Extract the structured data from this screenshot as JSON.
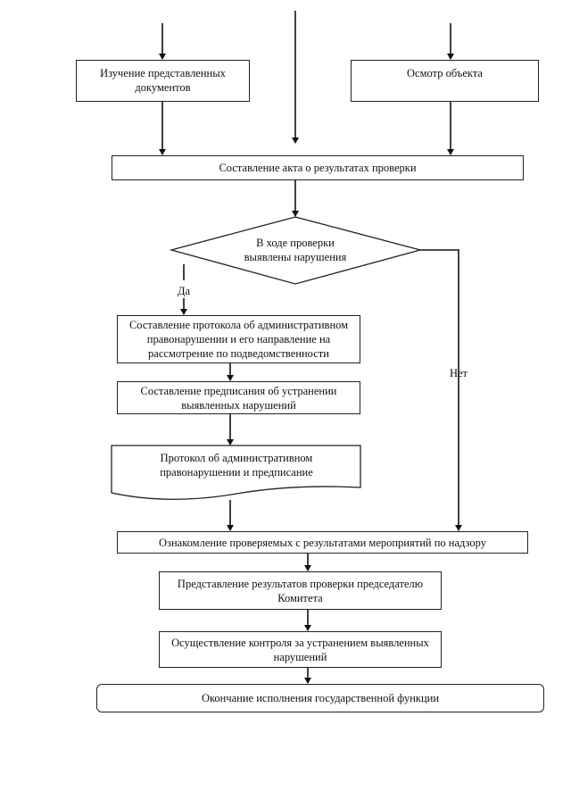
{
  "nodes": {
    "study_docs": "Изучение представленных документов",
    "inspect_object": "Осмотр объекта",
    "act": "Составление акта о результатах проверки",
    "decision": "В ходе проверки выявлены нарушения",
    "protocol": "Составление протокола об административном правонарушении и его направление на рассмотрение по подведомственности",
    "order": "Составление предписания об устранении выявленных нарушений",
    "document": "Протокол об административном правонарушении и предписание",
    "familiarize": "Ознакомление проверяемых с результатами мероприятий по надзору",
    "present": "Представление результатов проверки председателю Комитета",
    "control": "Осуществление контроля за устранением выявленных нарушений",
    "end": "Окончание исполнения государственной функции"
  },
  "branches": {
    "yes": "Да",
    "no": "Нет"
  }
}
